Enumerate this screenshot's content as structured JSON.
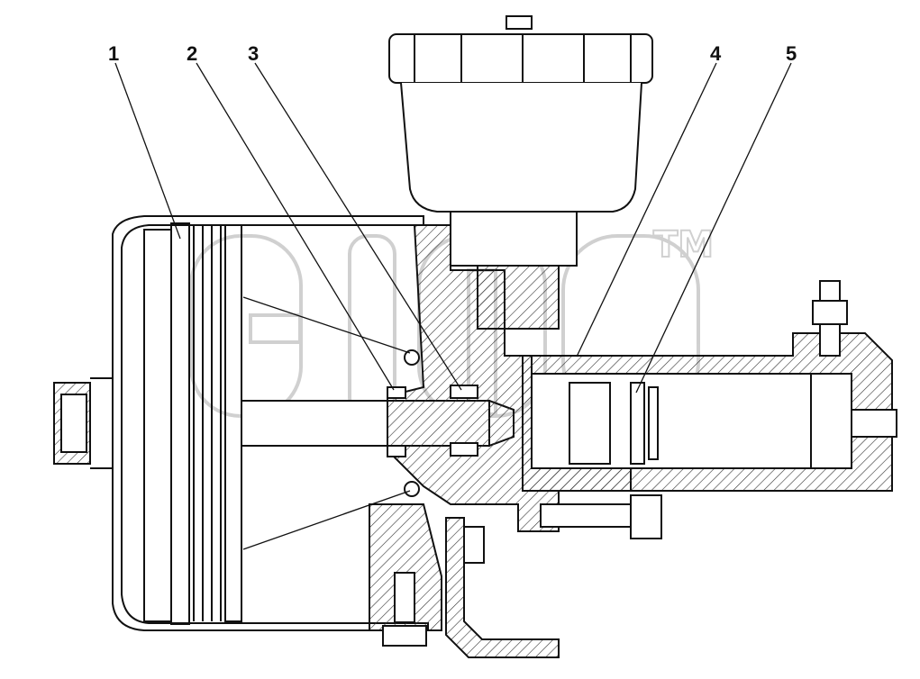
{
  "callouts": [
    {
      "id": "1",
      "label": "1"
    },
    {
      "id": "2",
      "label": "2"
    },
    {
      "id": "3",
      "label": "3"
    },
    {
      "id": "4",
      "label": "4"
    },
    {
      "id": "5",
      "label": "5"
    }
  ],
  "watermark": {
    "mark": "TM"
  },
  "colors": {
    "line": "#111111",
    "hatch": "#333333",
    "watermark": "#bdbdbd",
    "background": "#ffffff"
  }
}
